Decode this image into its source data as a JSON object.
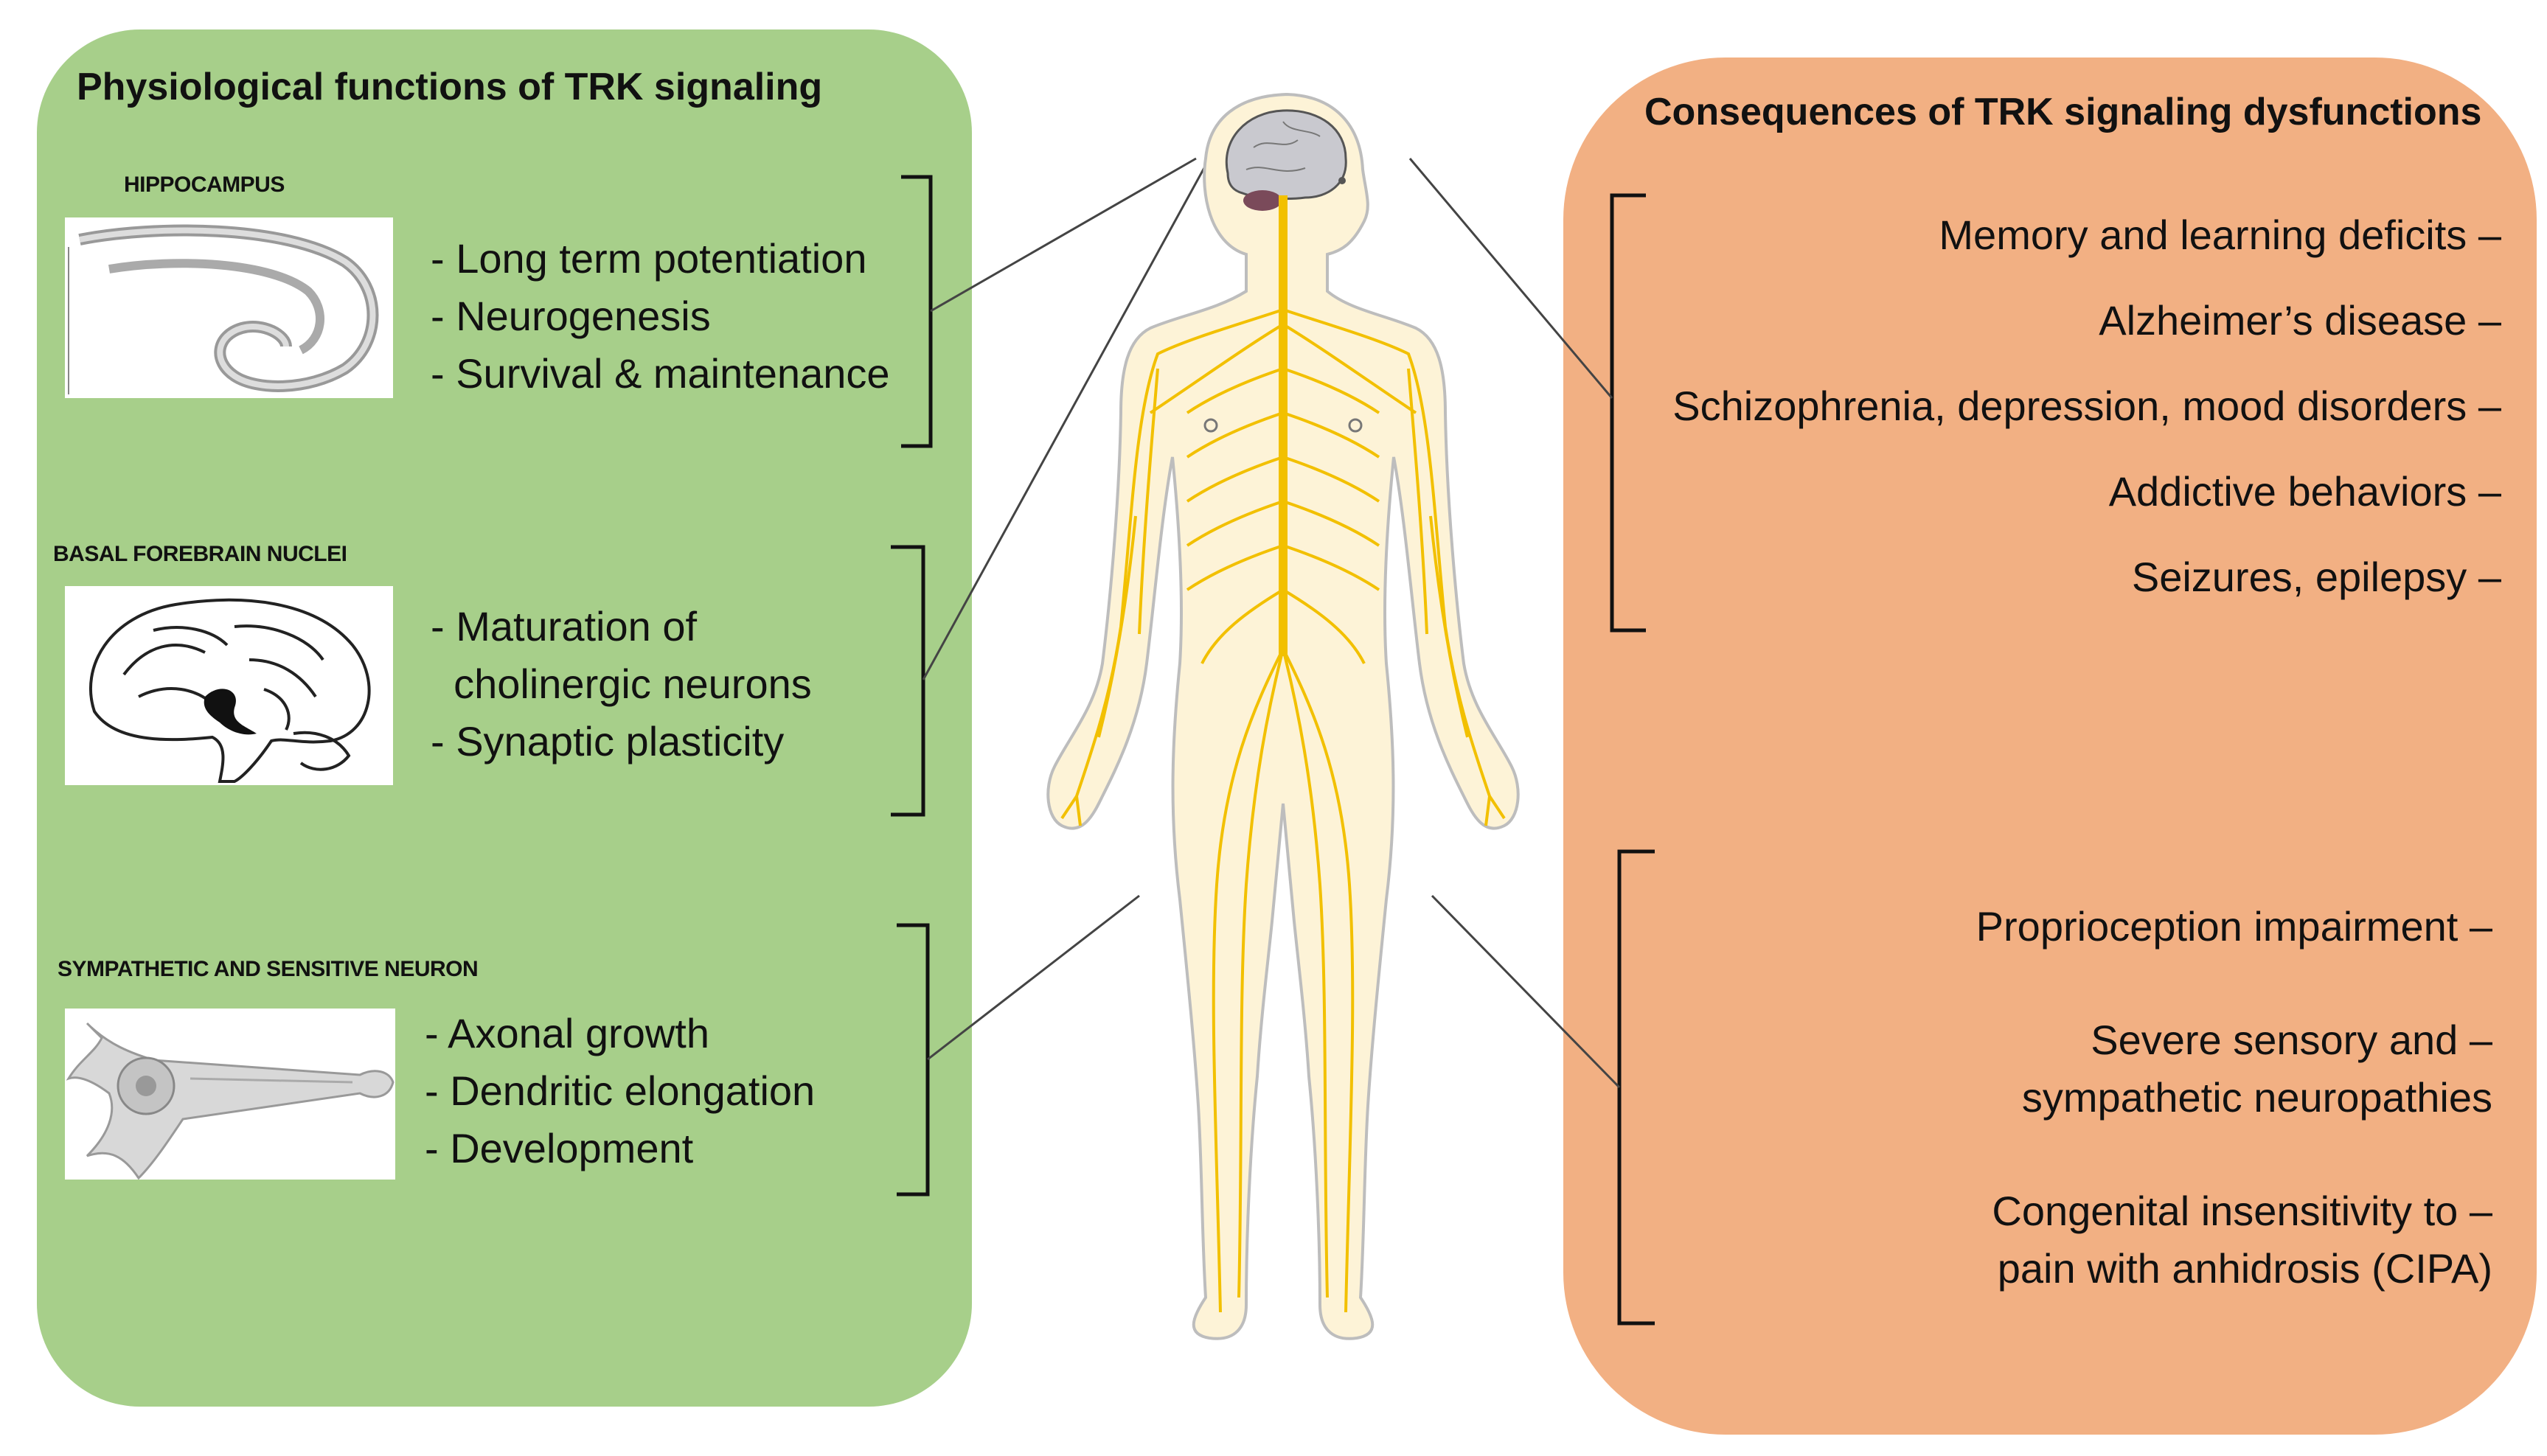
{
  "colors": {
    "left_panel_fill": "#a7cf8a",
    "right_panel_fill": "#f2b083",
    "nerve": "#f2c000",
    "skin": "#fdf3d7",
    "brain": "#c9c9cf"
  },
  "left_panel": {
    "title": "Physiological functions of TRK signaling",
    "sections": [
      {
        "label": "HIPPOCAMPUS",
        "image": "hippocampus-icon",
        "items": [
          "- Long term potentiation",
          "- Neurogenesis",
          "- Survival & maintenance"
        ]
      },
      {
        "label": "BASAL FOREBRAIN NUCLEI",
        "image": "brain-sagittal-icon",
        "items": [
          "- Maturation of",
          "  cholinergic neurons",
          "- Synaptic plasticity"
        ]
      },
      {
        "label": "SYMPATHETIC AND SENSITIVE NEURON",
        "image": "neuron-icon",
        "items": [
          "- Axonal growth",
          "- Dendritic elongation",
          "- Development"
        ]
      }
    ]
  },
  "right_panel": {
    "title": "Consequences of TRK signaling dysfunctions",
    "central_items": [
      "Memory and learning deficits –",
      "Alzheimer’s disease –",
      "Schizophrenia, depression, mood disorders –",
      "Addictive behaviors –",
      "Seizures, epilepsy –"
    ],
    "peripheral_items": [
      "Proprioception impairment –",
      "Severe sensory and –",
      "sympathetic neuropathies",
      "Congenital insensitivity to –",
      "pain with anhidrosis (CIPA)"
    ]
  },
  "center": {
    "image": "human-nervous-system-icon"
  }
}
